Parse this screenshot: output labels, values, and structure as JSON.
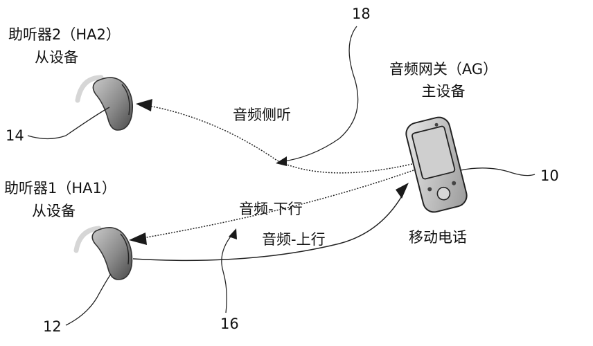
{
  "devices": {
    "ha2": {
      "title": "助听器2（HA2）",
      "role": "从设备",
      "ref": "14"
    },
    "ha1": {
      "title": "助听器1（HA1）",
      "role": "从设备",
      "ref": "12"
    },
    "ag": {
      "title": "音频网关（AG）",
      "role": "主设备",
      "name": "移动电话",
      "ref": "10"
    }
  },
  "links": {
    "sidetone": "音频侧听",
    "downlink": "音频-下行",
    "uplink": "音频-上行",
    "ref_sidetone": "18",
    "ref_link": "16"
  }
}
